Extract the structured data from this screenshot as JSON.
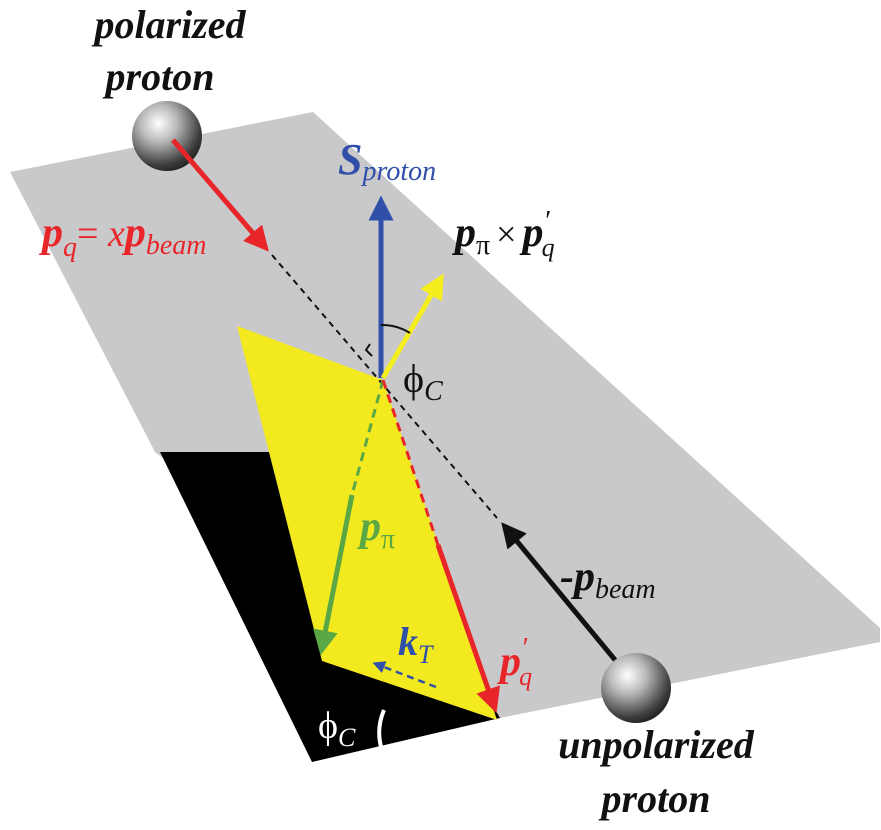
{
  "labels": {
    "polarized_line1": "polarized",
    "polarized_line2": "proton",
    "unpolarized_line1": "unpolarized",
    "unpolarized_line2": "proton",
    "s_main": "S",
    "s_sub": "proton",
    "cross_p": "p",
    "cross_pi": "π",
    "cross_times": "×",
    "cross_pq": "p",
    "cross_prime": "′",
    "cross_q": "q",
    "pq_p": "p",
    "pq_q": "q",
    "pq_eq": "= ",
    "pq_x": "x",
    "pq_pbeam": "p",
    "pq_beam": "beam",
    "phi_top": "ϕ",
    "phi_top_sub": "C",
    "ppi_p": "p",
    "ppi_pi": "π",
    "kt_k": "k",
    "kt_t": "T",
    "minus_p": "-p",
    "minus_beam": "beam",
    "pqp_p": "p",
    "pqp_prime": "′",
    "pqp_q": "q",
    "phi_bottom": "ϕ",
    "phi_bottom_sub": "C"
  },
  "colors": {
    "plane": "#c9c9cb",
    "triangle": "#f2e91e",
    "shadow": "#000000",
    "red": "#e8262a",
    "blue": "#2f4fa8",
    "green": "#5aa745",
    "yellow_arrow": "#f5ee1c",
    "black": "#111111",
    "white": "#ffffff"
  }
}
